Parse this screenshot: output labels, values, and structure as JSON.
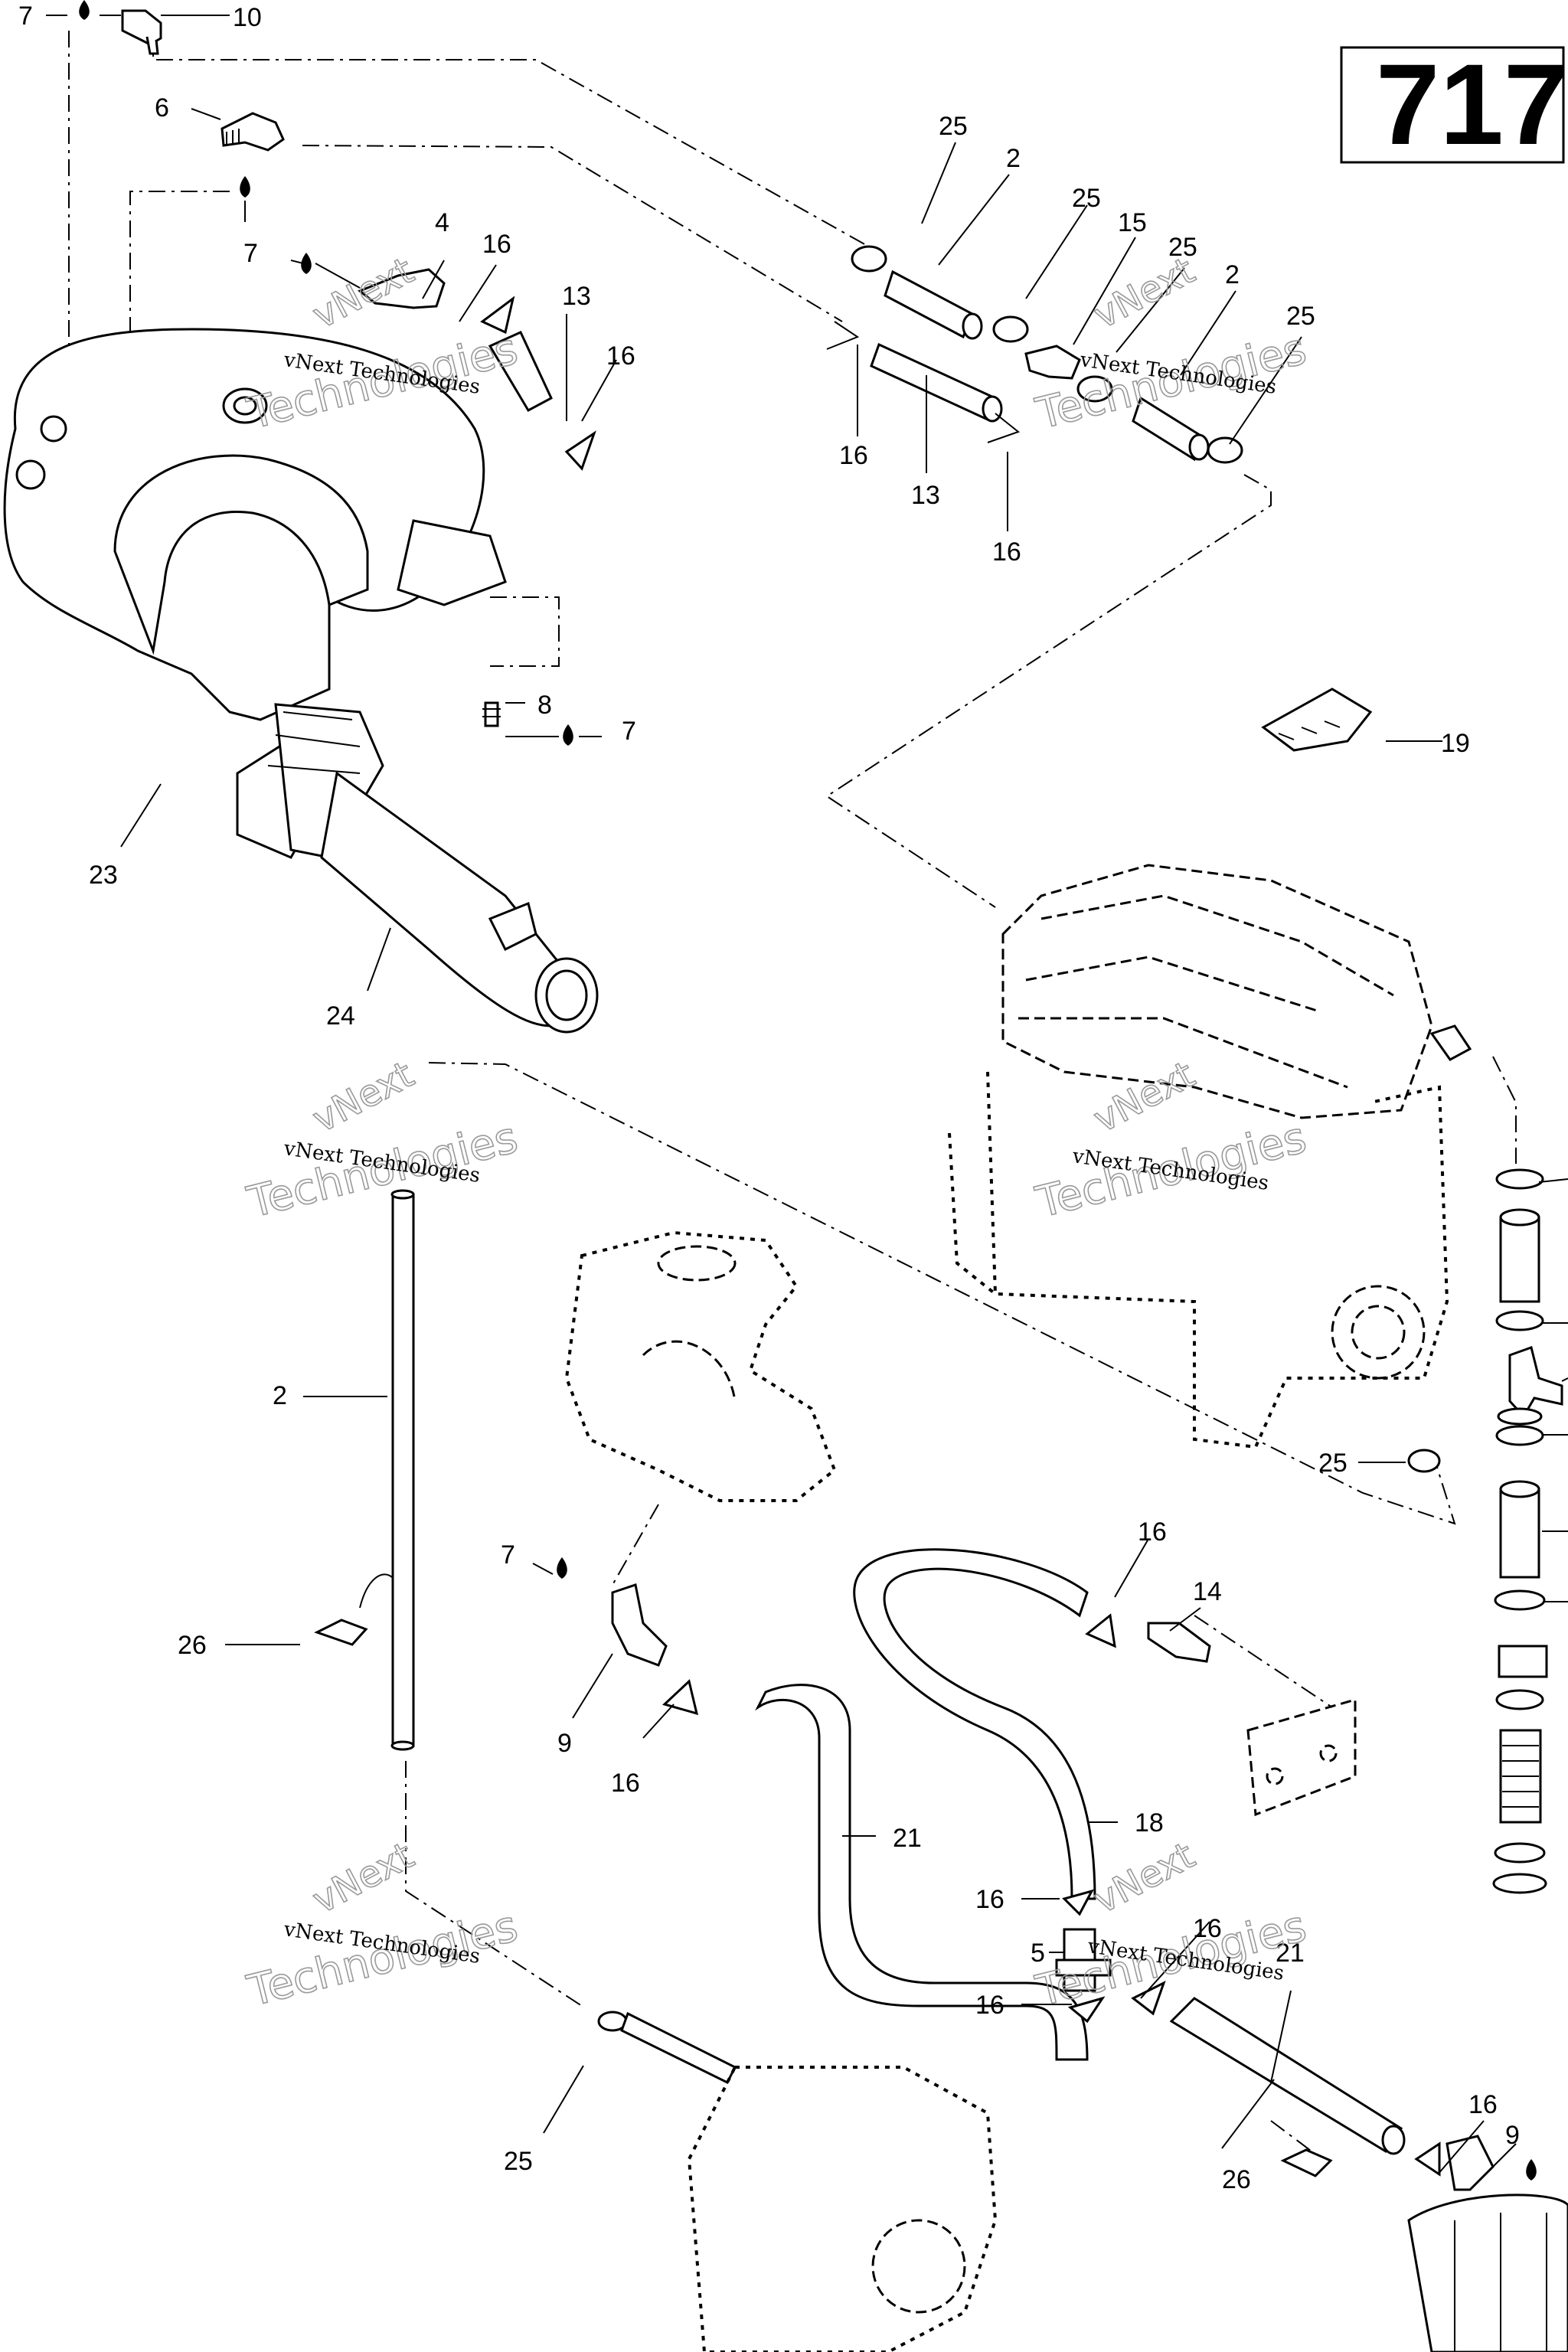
{
  "badge": {
    "text": "717"
  },
  "watermark": {
    "line1": "vNext",
    "line2": "Technologies",
    "line3": "vNext Technologies"
  },
  "labels": {
    "n7": "7",
    "n10": "10",
    "n6": "6",
    "n4": "4",
    "n16": "16",
    "n13": "13",
    "n25": "25",
    "n2": "2",
    "n15": "15",
    "n8": "8",
    "n19": "19",
    "n23": "23",
    "n24": "24",
    "n26": "26",
    "n9": "9",
    "n14": "14",
    "n18": "18",
    "n21": "21",
    "n5": "5"
  }
}
